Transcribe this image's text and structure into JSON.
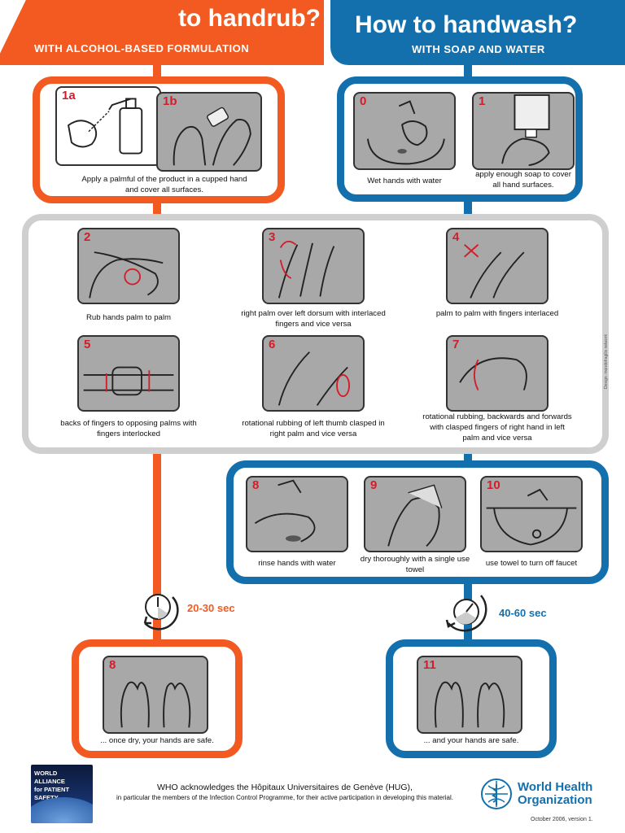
{
  "header": {
    "left_title": "to handrub?",
    "left_subtitle": "WITH ALCOHOL-BASED FORMULATION",
    "right_title": "How to handwash?",
    "right_subtitle": "WITH SOAP AND WATER"
  },
  "handrub": {
    "step_1a": "1a",
    "step_1b": "1b",
    "caption_1": "Apply a palmful of the product in a cupped hand and cover all surfaces.",
    "timer": "20-30 sec",
    "final_num": "8",
    "final_caption": "... once dry, your hands are safe."
  },
  "handwash": {
    "step_0": "0",
    "caption_0": "Wet hands with water",
    "step_1": "1",
    "caption_1": "apply enough soap to cover all hand surfaces.",
    "timer": "40-60 sec",
    "final_num": "11",
    "final_caption": "... and your hands are safe."
  },
  "common_steps": [
    {
      "num": "2",
      "caption": "Rub hands palm to palm"
    },
    {
      "num": "3",
      "caption": "right palm over left dorsum with interlaced fingers and vice versa"
    },
    {
      "num": "4",
      "caption": "palm to palm with fingers interlaced"
    },
    {
      "num": "5",
      "caption": "backs of fingers to opposing palms with fingers interlocked"
    },
    {
      "num": "6",
      "caption": "rotational rubbing of left thumb clasped in right palm and vice versa"
    },
    {
      "num": "7",
      "caption": "rotational rubbing, backwards and forwards with clasped fingers of right hand in left palm and vice versa"
    }
  ],
  "wash_steps": [
    {
      "num": "8",
      "caption": "rinse hands with water"
    },
    {
      "num": "9",
      "caption": "dry thoroughly with a single use towel"
    },
    {
      "num": "10",
      "caption": "use towel to turn off faucet"
    }
  ],
  "footer": {
    "ack_line1": "WHO acknowledges the Hôpitaux Universitaires de Genève (HUG),",
    "ack_line2": "in particular the members of the Infection Control Programme, for their active participation in developing this material.",
    "who_line1": "World Health",
    "who_line2": "Organization",
    "alliance_line1": "WORLD ALLIANCE",
    "alliance_line2": "for PATIENT SAFETY",
    "date": "October 2006, version 1.",
    "side_credit": "Design: mondofragilis network"
  },
  "colors": {
    "handrub": "#f25a22",
    "handwash": "#1470ad",
    "common": "#cfcfcf",
    "panel": "#a8a8a8",
    "step_number": "#d21d2a"
  }
}
